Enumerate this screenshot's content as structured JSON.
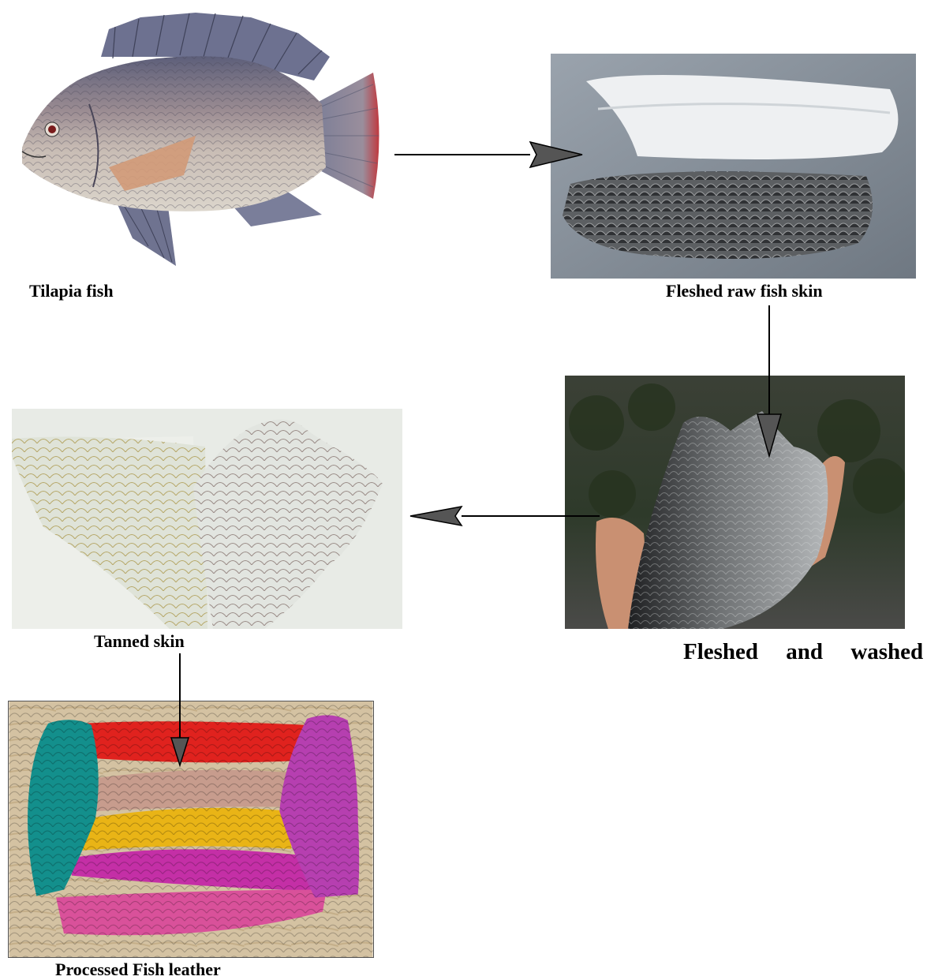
{
  "stages": {
    "tilapia": {
      "label": "Tilapia fish"
    },
    "raw_skin": {
      "label": "Fleshed raw fish skin"
    },
    "washed": {
      "label": "Fleshed and washed"
    },
    "tanned": {
      "label": "Tanned skin"
    },
    "leather": {
      "label": "Processed Fish leather"
    }
  },
  "colors": {
    "arrow": "#000000",
    "arrowhead_fill": "#555555",
    "leather_teal": "#138f8c",
    "leather_red": "#e0221e",
    "leather_magenta": "#b63fb0",
    "leather_tan": "#c79c8d",
    "leather_yellow": "#e9b416",
    "leather_purple": "#c42fa6",
    "leather_pink": "#d9519a"
  }
}
